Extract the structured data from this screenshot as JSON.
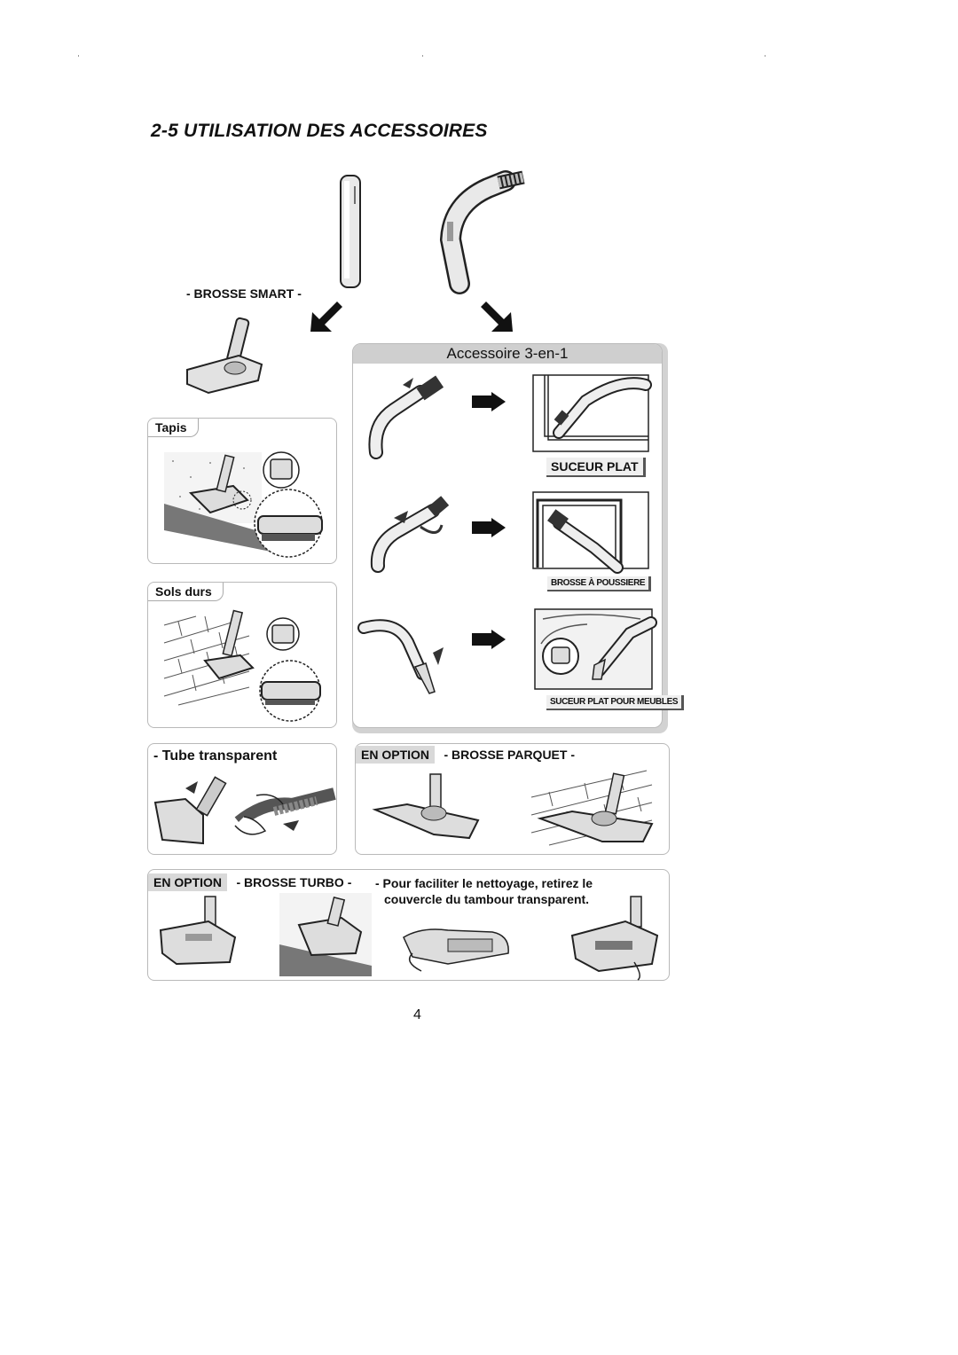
{
  "page": {
    "title": "2-5 UTILISATION DES ACCESSOIRES",
    "page_number": "4"
  },
  "brosse_smart": {
    "label": "- BROSSE SMART -"
  },
  "tapis": {
    "label": "Tapis"
  },
  "sols_durs": {
    "label": "Sols durs"
  },
  "accessoire": {
    "title": "Accessoire 3-en-1",
    "suceur_plat": "SUCEUR PLAT",
    "brosse_poussiere": "BROSSE À POUSSIERE",
    "suceur_meubles": "SUCEUR PLAT POUR MEUBLES"
  },
  "tube": {
    "label": "- Tube transparent"
  },
  "parquet": {
    "option": "EN OPTION",
    "label": "- BROSSE PARQUET -"
  },
  "turbo": {
    "option": "EN OPTION",
    "label": "- BROSSE TURBO -",
    "note_line1": "- Pour faciliter le nettoyage, retirez le",
    "note_line2": "couvercle du tambour transparent."
  }
}
